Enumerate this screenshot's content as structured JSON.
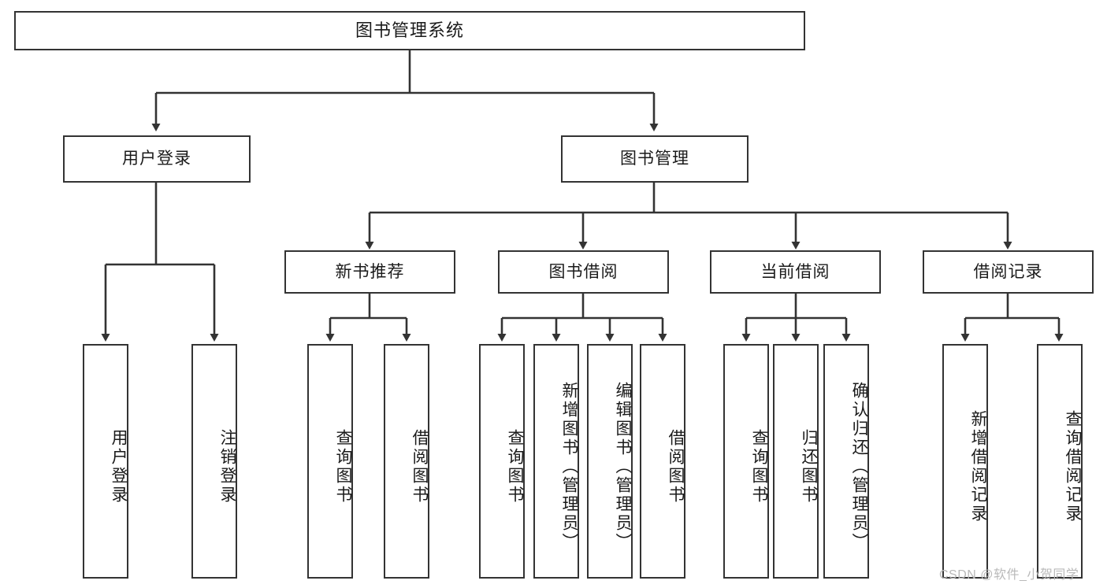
{
  "diagram": {
    "title": "图书管理系统",
    "type": "tree",
    "orientation": "top-down",
    "colors": {
      "box_border": "#333333",
      "box_fill": "#ffffff",
      "connector": "#333333",
      "text": "#1a1a1a",
      "watermark": "#b9b9b9",
      "background": "#ffffff"
    },
    "root": {
      "label": "图书管理系统"
    },
    "level2": [
      {
        "label": "用户登录"
      },
      {
        "label": "图书管理"
      }
    ],
    "level3": [
      {
        "label": "新书推荐"
      },
      {
        "label": "图书借阅"
      },
      {
        "label": "当前借阅"
      },
      {
        "label": "借阅记录"
      }
    ],
    "leaves": {
      "user_login": [
        {
          "label": "用户登录"
        },
        {
          "label": "注销登录"
        }
      ],
      "new_book_recommend": [
        {
          "label": "查询图书"
        },
        {
          "label": "借阅图书"
        }
      ],
      "book_borrow": [
        {
          "label": "查询图书"
        },
        {
          "label": "新增图书（管理员）"
        },
        {
          "label": "编辑图书（管理员）"
        },
        {
          "label": "借阅图书"
        }
      ],
      "current_borrow": [
        {
          "label": "查询图书"
        },
        {
          "label": "归还图书"
        },
        {
          "label": "确认归还（管理员）"
        }
      ],
      "borrow_record": [
        {
          "label": "新增借阅记录"
        },
        {
          "label": "查询借阅记录"
        }
      ]
    }
  },
  "watermark": {
    "text": "CSDN @软件_小贺同学"
  }
}
